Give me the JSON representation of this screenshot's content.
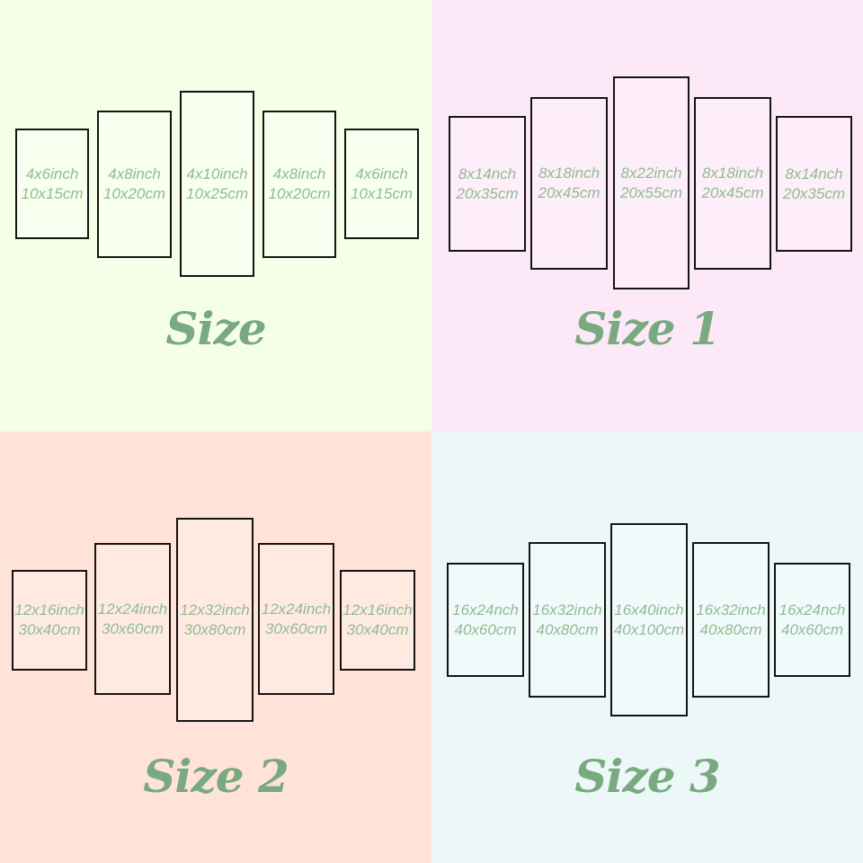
{
  "palette": {
    "quadrant1_bg": "#f5ffe8",
    "quadrant2_bg": "#fce8f7",
    "quadrant3_bg": "#ffe3d8",
    "quadrant4_bg": "#ecf8f8",
    "label_text": "#8fbc94",
    "title_text": "#79a97f",
    "panel_border": "#141414"
  },
  "quadrants": [
    {
      "title": "Size",
      "panels": [
        {
          "inch": "4x6inch",
          "cm": "10x15cm"
        },
        {
          "inch": "4x8inch",
          "cm": "10x20cm"
        },
        {
          "inch": "4x10inch",
          "cm": "10x25cm"
        },
        {
          "inch": "4x8inch",
          "cm": "10x20cm"
        },
        {
          "inch": "4x6inch",
          "cm": "10x15cm"
        }
      ]
    },
    {
      "title": "Size 1",
      "panels": [
        {
          "inch": "8x14nch",
          "cm": "20x35cm"
        },
        {
          "inch": "8x18inch",
          "cm": "20x45cm"
        },
        {
          "inch": "8x22inch",
          "cm": "20x55cm"
        },
        {
          "inch": "8x18inch",
          "cm": "20x45cm"
        },
        {
          "inch": "8x14nch",
          "cm": "20x35cm"
        }
      ]
    },
    {
      "title": "Size 2",
      "panels": [
        {
          "inch": "12x16inch",
          "cm": "30x40cm"
        },
        {
          "inch": "12x24inch",
          "cm": "30x60cm"
        },
        {
          "inch": "12x32inch",
          "cm": "30x80cm"
        },
        {
          "inch": "12x24inch",
          "cm": "30x60cm"
        },
        {
          "inch": "12x16inch",
          "cm": "30x40cm"
        }
      ]
    },
    {
      "title": "Size 3",
      "panels": [
        {
          "inch": "16x24nch",
          "cm": "40x60cm"
        },
        {
          "inch": "16x32inch",
          "cm": "40x80cm"
        },
        {
          "inch": "16x40inch",
          "cm": "40x100cm"
        },
        {
          "inch": "16x32inch",
          "cm": "40x80cm"
        },
        {
          "inch": "16x24nch",
          "cm": "40x60cm"
        }
      ]
    }
  ]
}
